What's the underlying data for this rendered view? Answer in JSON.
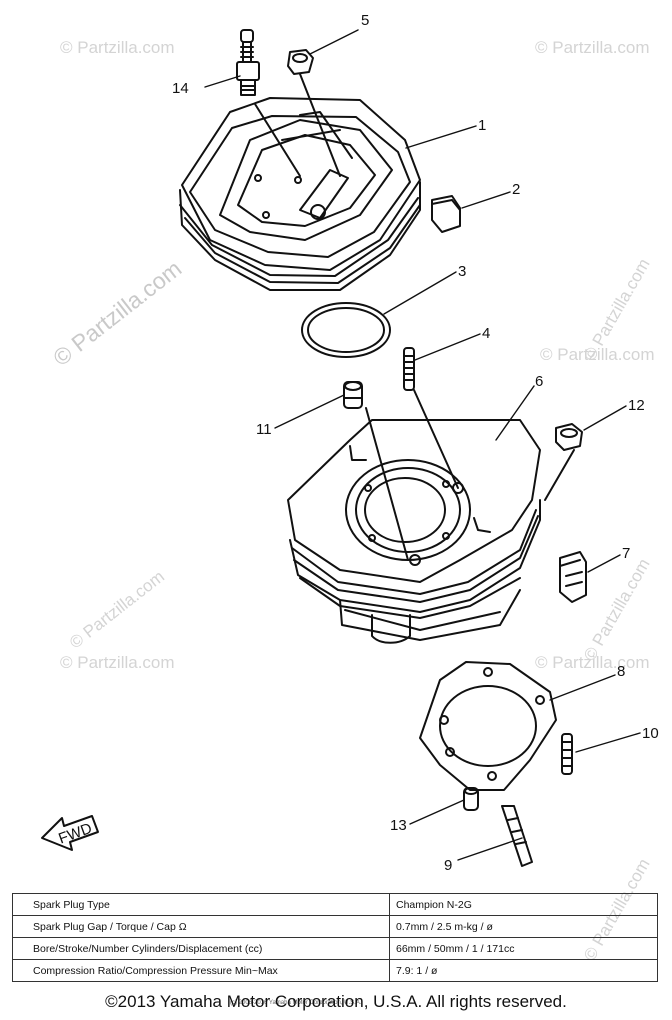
{
  "watermark": {
    "text": "© Partzilla.com"
  },
  "callouts": [
    {
      "id": "c1",
      "label": "1"
    },
    {
      "id": "c2",
      "label": "2"
    },
    {
      "id": "c3",
      "label": "3"
    },
    {
      "id": "c4",
      "label": "4"
    },
    {
      "id": "c5",
      "label": "5"
    },
    {
      "id": "c6",
      "label": "6"
    },
    {
      "id": "c7",
      "label": "7"
    },
    {
      "id": "c8",
      "label": "8"
    },
    {
      "id": "c9",
      "label": "9"
    },
    {
      "id": "c10",
      "label": "10"
    },
    {
      "id": "c11",
      "label": "11"
    },
    {
      "id": "c12",
      "label": "12"
    },
    {
      "id": "c13",
      "label": "13"
    },
    {
      "id": "c14",
      "label": "14"
    }
  ],
  "fwd_label": "FWD",
  "spec_table": [
    {
      "label": "Spark Plug Type",
      "value": "Champion N-2G"
    },
    {
      "label": "Spark Plug Gap / Torque / Cap Ω",
      "value": "0.7mm / 2.5 m-kg / ø"
    },
    {
      "label": "Bore/Stroke/Number Cylinders/Displacement (cc)",
      "value": "66mm / 50mm / 1 / 171cc"
    },
    {
      "label": "Compression Ratio/Compression Pressure Min~Max",
      "value": "7.9: 1 / ø"
    }
  ],
  "small_copyright": "(c) 2006-2016 Yamaha Motor Corporation, U.S.A.",
  "footer": "©2013 Yamaha Motor Corporation, U.S.A. All rights reserved."
}
